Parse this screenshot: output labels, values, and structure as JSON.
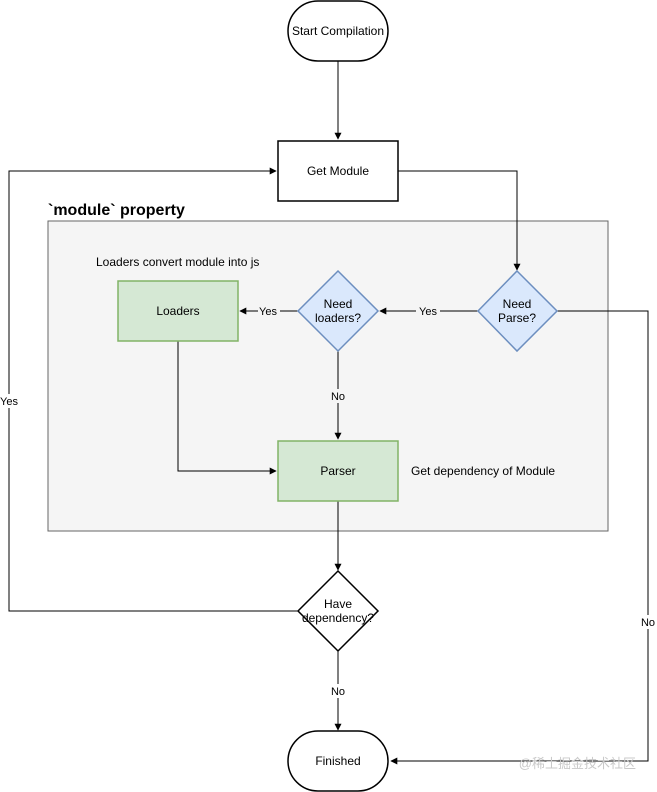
{
  "diagram": {
    "group": {
      "title": "`module` property"
    },
    "nodes": {
      "start": "Start Compilation",
      "get_module": "Get Module",
      "need_parse": [
        "Need",
        "Parse?"
      ],
      "need_loaders": [
        "Need",
        "loaders?"
      ],
      "loaders": "Loaders",
      "parser": "Parser",
      "have_dependency": [
        "Have",
        "dependency?"
      ],
      "finished": "Finished"
    },
    "annotations": {
      "loaders_note": "Loaders convert module into js",
      "parser_note": "Get dependency of Module"
    },
    "edge_labels": {
      "parse_yes": "Yes",
      "loaders_yes": "Yes",
      "loaders_no": "No",
      "dependency_yes": "Yes",
      "dependency_no": "No",
      "parse_no": "No"
    },
    "watermark": "@稀土掘金技术社区",
    "colors": {
      "stroke": "#000000",
      "group_fill": "#f5f5f5",
      "group_stroke": "#666666",
      "green_fill": "#d5e8d4",
      "green_stroke": "#82b366",
      "blue_fill": "#dae8fc",
      "blue_stroke": "#6c8ebf",
      "watermark": "#c9c9c9"
    }
  }
}
